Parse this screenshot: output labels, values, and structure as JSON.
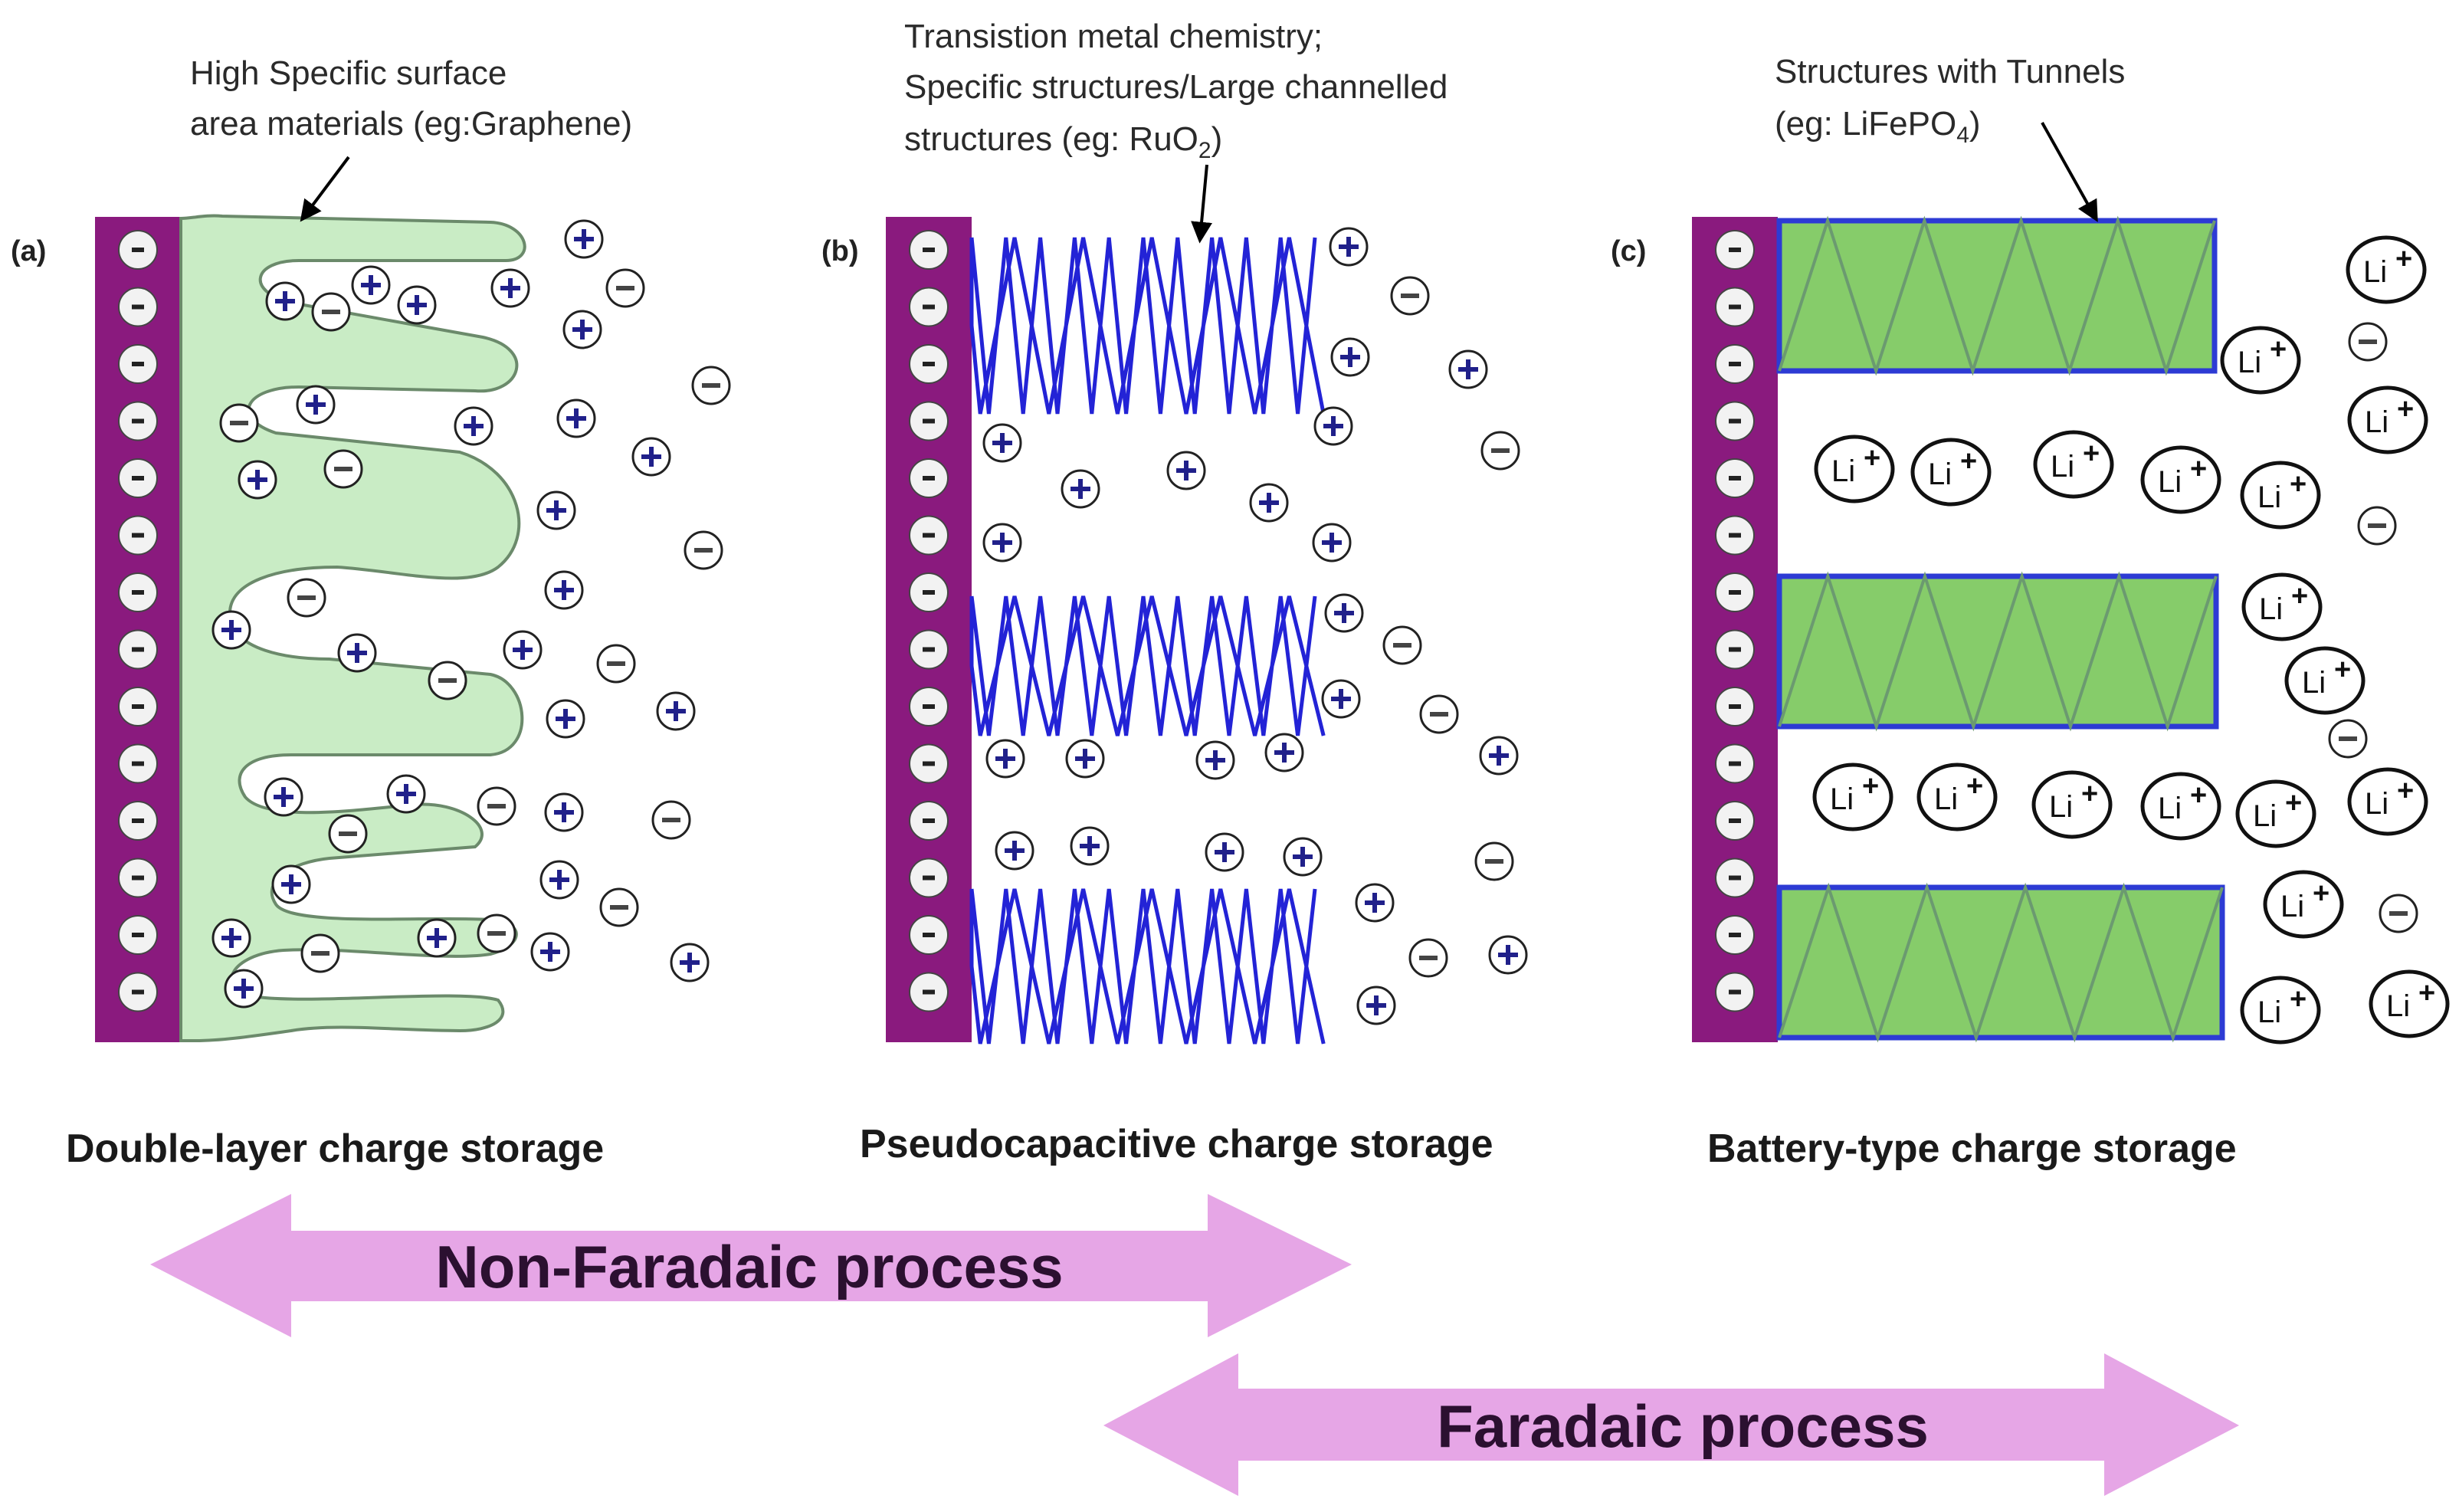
{
  "panel_labels": [
    "(a)",
    "(b)",
    "(c)"
  ],
  "annotations": {
    "a_line1": "High Specific surface",
    "a_line2": "area materials (eg:Graphene)",
    "b_line1": "Transistion metal chemistry;",
    "b_line2": "Specific structures/Large channelled",
    "b_line3_pre": "structures (eg: RuO",
    "b_line3_sub": "2",
    "b_line3_post": ")",
    "c_line1": "Structures with Tunnels",
    "c_line2_pre": "(eg: LiFePO",
    "c_line2_sub": "4",
    "c_line2_post": ")"
  },
  "captions": {
    "a": "Double-layer charge storage",
    "b": "Pseudocapacitive charge storage",
    "c": "Battery-type charge storage"
  },
  "processes": {
    "non_faradaic": "Non-Faradaic process",
    "faradaic": "Faradaic process"
  },
  "symbols": {
    "plus": "+",
    "minus": "-",
    "li": "Li",
    "li_sup": "+"
  },
  "colors": {
    "electrode": "#8a1a7e",
    "graphene": "#c9ecc5",
    "graphene_stroke": "#6b8a6b",
    "zigzag": "#2323d6",
    "tunnel_fill": "#86cc6a",
    "tunnel_stroke": "#2d3bd4",
    "arrow_fill": "#e6a6e6",
    "ion_plus": "#20208a"
  }
}
